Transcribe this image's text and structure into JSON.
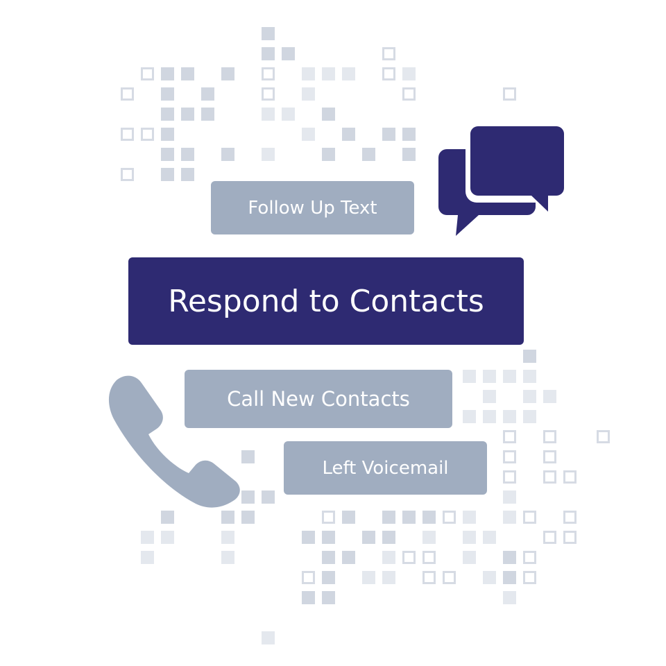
{
  "labels": {
    "follow_up": "Follow Up Text",
    "respond": "Respond to Contacts",
    "call_new": "Call New Contacts",
    "voicemail": "Left Voicemail"
  },
  "colors": {
    "primary": "#2e2a72",
    "secondary": "#a0adc0",
    "square": "#d0d6e0"
  },
  "icons": [
    "chat-bubbles-icon",
    "phone-handset-icon"
  ]
}
